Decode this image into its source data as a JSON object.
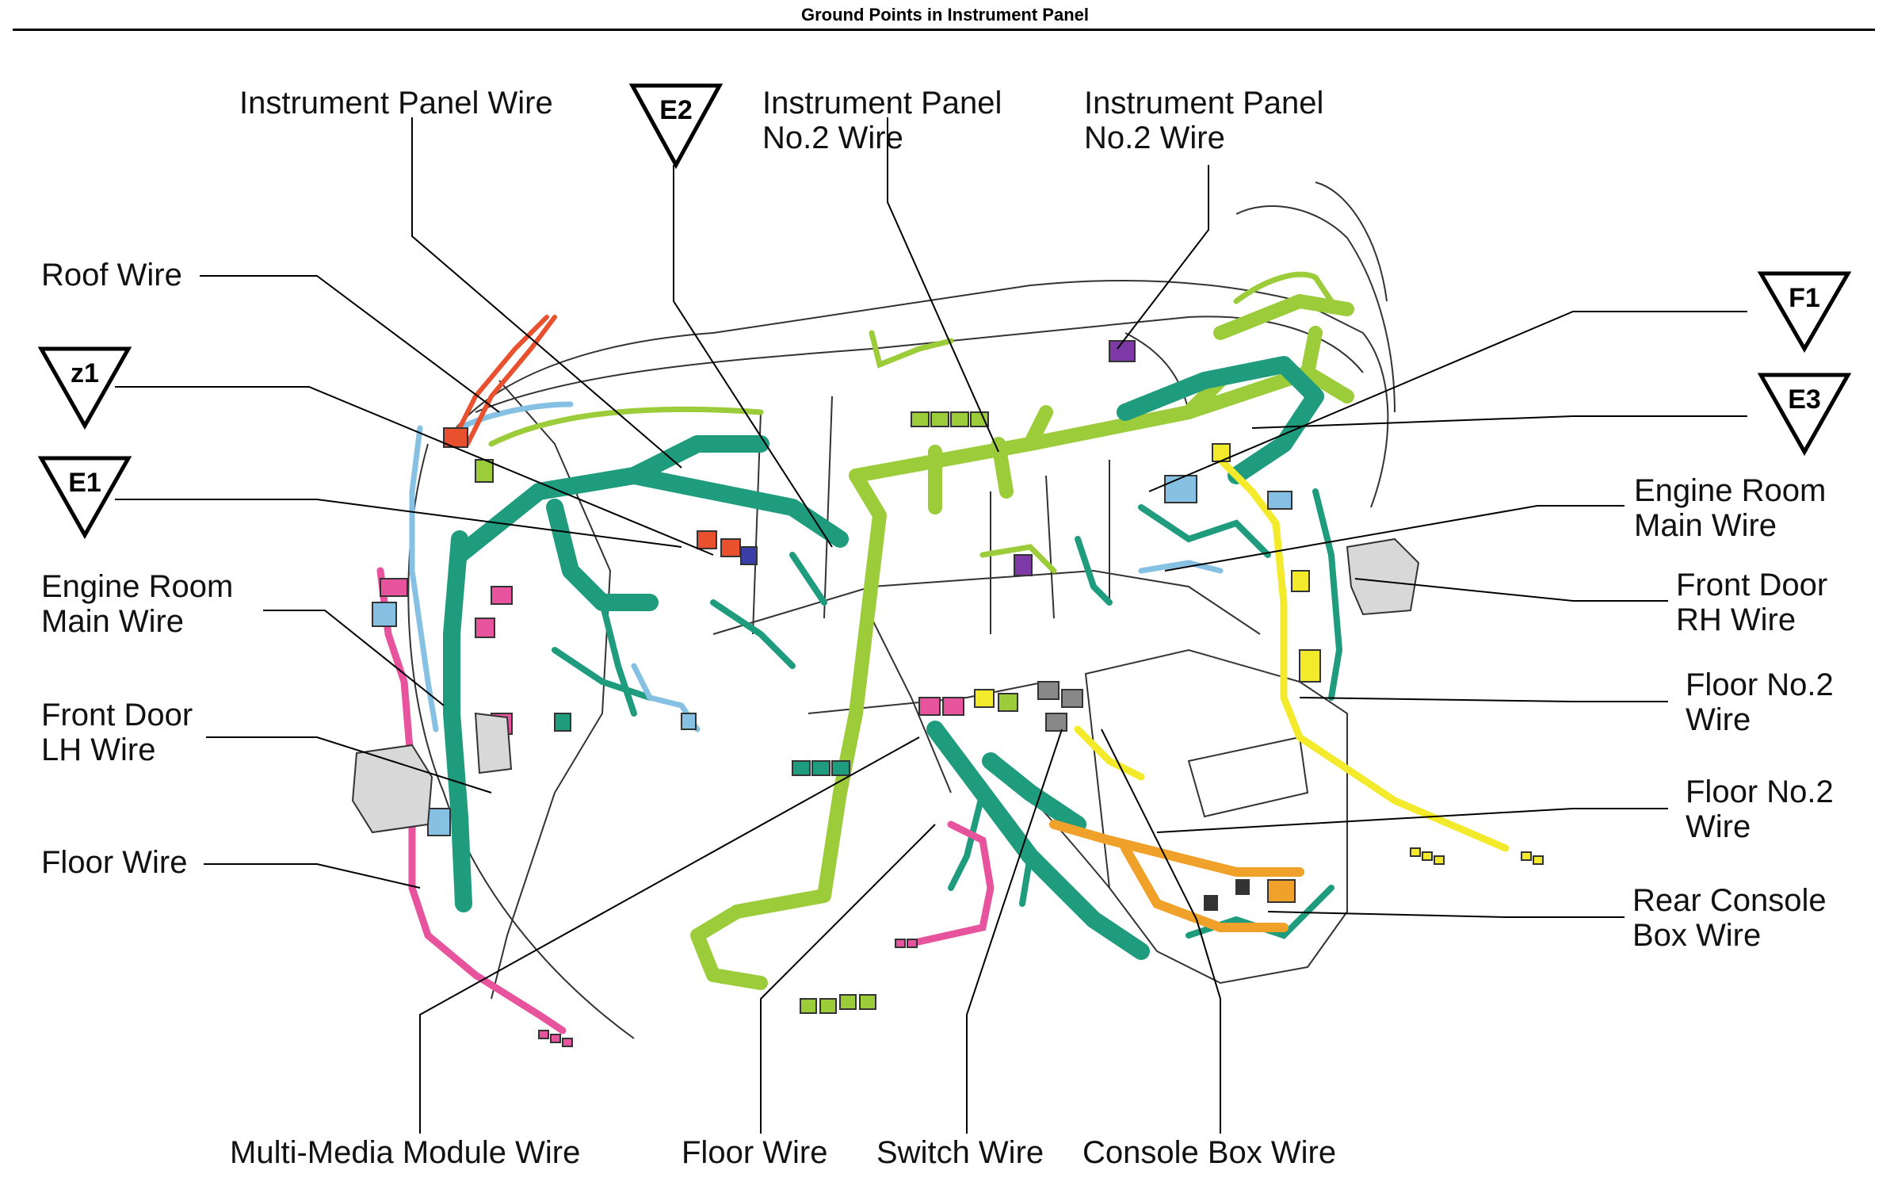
{
  "title": "Ground Points in Instrument Panel",
  "ground_points": {
    "e2": "E2",
    "z1": "z1",
    "e1": "E1",
    "f1": "F1",
    "e3": "E3"
  },
  "labels": {
    "instrument_panel_wire": "Instrument Panel Wire",
    "ip_no2_wire_a": "Instrument Panel\nNo.2 Wire",
    "ip_no2_wire_b": "Instrument Panel\nNo.2 Wire",
    "roof_wire": "Roof Wire",
    "engine_room_main_left": "Engine Room\nMain Wire",
    "front_door_lh": "Front Door\nLH Wire",
    "floor_wire_left": "Floor Wire",
    "engine_room_main_right": "Engine Room\nMain Wire",
    "front_door_rh": "Front Door\nRH Wire",
    "floor_no2_a": "Floor No.2\nWire",
    "floor_no2_b": "Floor No.2\nWire",
    "rear_console_box": "Rear Console\nBox Wire",
    "multi_media": "Multi-Media Module Wire",
    "floor_wire_bottom": "Floor Wire",
    "switch_wire": "Switch Wire",
    "console_box_wire": "Console Box Wire"
  },
  "colors": {
    "harness_teal": "#1f9b7e",
    "harness_lime": "#9ccc3a",
    "harness_yellow": "#f3ea2b",
    "harness_orange": "#f0a12a",
    "harness_pink": "#e7539c",
    "harness_red": "#e8502e",
    "harness_purple": "#7d3aa6",
    "connector_blue": "#86c1e4",
    "outline": "#333333"
  }
}
